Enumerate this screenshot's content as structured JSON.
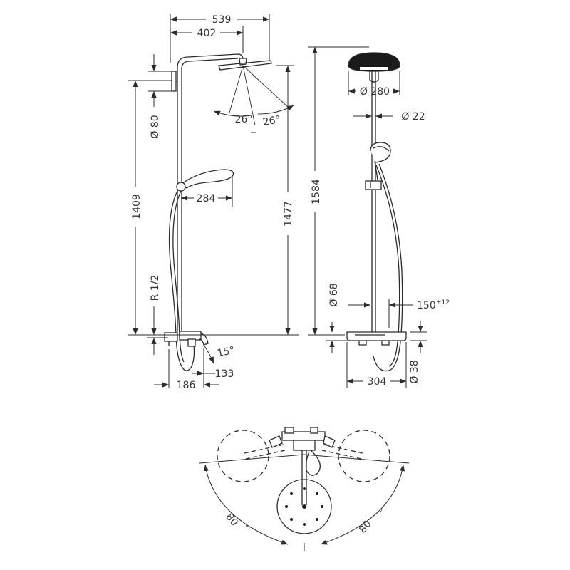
{
  "colors": {
    "line": "#2b2b2b",
    "dim": "#333333",
    "fill": "#1a1a1a",
    "background": "#ffffff"
  },
  "front_view": {
    "width_overall": "539",
    "arm_length": "402",
    "connector_diameter": "Ø 80",
    "head_angle_left": "26°",
    "head_angle_right": "26°",
    "height_to_arm": "1409",
    "height_to_head": "1477",
    "hand_shower_length": "284",
    "thread": "R 1/2",
    "spout_angle": "15°",
    "spout_length": "133",
    "mixer_depth": "186"
  },
  "side_view": {
    "head_diameter": "Ø 280",
    "rail_diameter": "Ø 22",
    "total_height": "1584",
    "connection_distance": "150",
    "connection_tolerance": "±12",
    "rosette_diameter": "Ø 68",
    "mixer_width": "304",
    "mixer_diameter": "Ø 38"
  },
  "top_view": {
    "swivel_left": "80",
    "swivel_right": "80"
  }
}
